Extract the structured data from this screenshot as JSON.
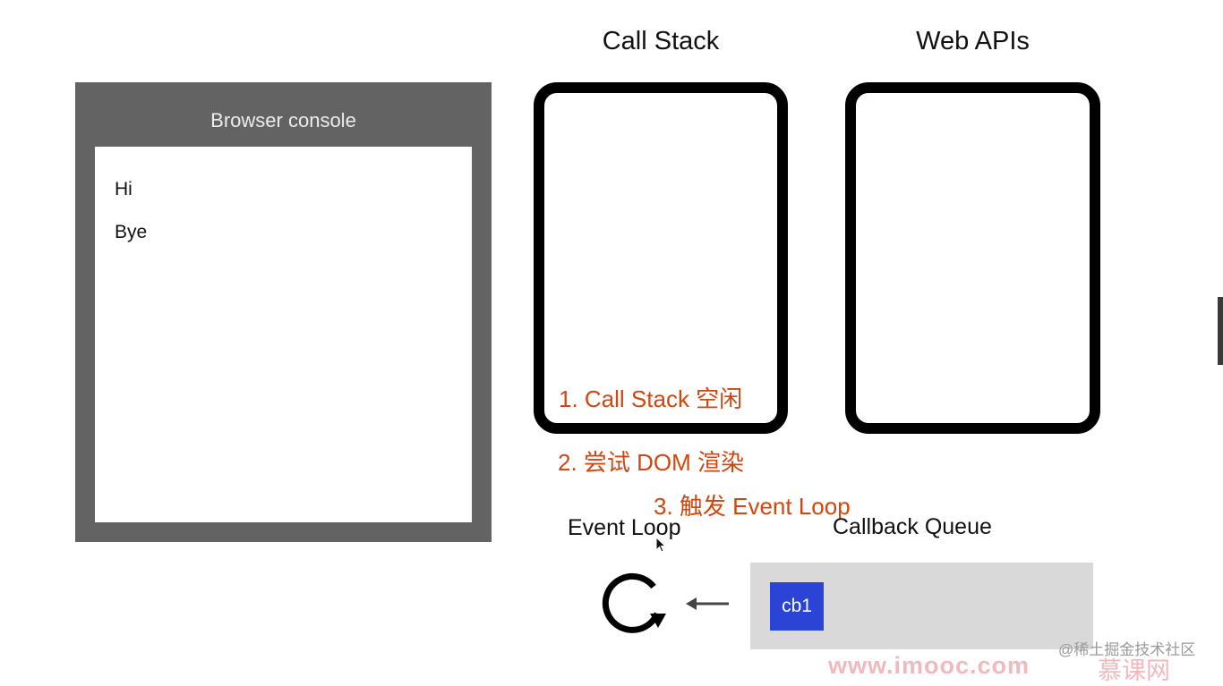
{
  "console": {
    "title": "Browser console",
    "lines": [
      "Hi",
      "Bye"
    ]
  },
  "call_stack": {
    "title": "Call Stack"
  },
  "web_apis": {
    "title": "Web APIs"
  },
  "annotations": {
    "step1": "1. Call Stack 空闲",
    "step2": "2. 尝试 DOM 渲染",
    "step3": "3. 触发 Event Loop"
  },
  "event_loop": {
    "label": "Event Loop",
    "icon": "loop-refresh-icon"
  },
  "callback_queue": {
    "label": "Callback Queue",
    "items": [
      "cb1"
    ],
    "arrow_icon": "arrow-left-icon"
  },
  "watermark": {
    "community": "@稀土掘金技术社区",
    "url": "www.imooc.com",
    "brand": "慕课网"
  },
  "colors": {
    "annotation": "#d2460f",
    "queue_item": "#2b44d6",
    "console_frame": "#636363",
    "queue_bg": "#d9d9d9"
  }
}
